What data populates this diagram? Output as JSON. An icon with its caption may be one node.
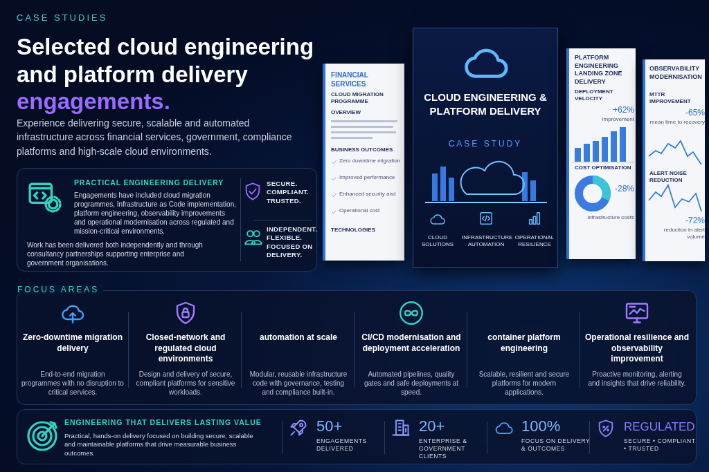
{
  "diagram": {
    "title": "Selected cloud engineering and platform delivery engagements.",
    "nodes": [
      {
        "text": [
          "FINANCIAL SERVICES",
          "CLOUD MIGRATION PROGRAMME",
          "OVERVIEW",
          "BUSINESS OUTCOMES",
          "Zero downtime migration",
          "Improved performance",
          "Enhanced security and",
          "Operational cost",
          "TECHNOLOGIES"
        ]
      },
      {
        "text": [
          "CLOUD ENGINEERING & PLATFORM DELIVERY",
          "CASE STUDY",
          "CLOUD SOLUTIONS",
          "INFRASTRUCTURE AUTOMATION",
          "OPERATIONAL RESILIENCE"
        ]
      },
      {
        "text": [
          "PLATFORM ENGINEERING LANDING ZONE DELIVERY",
          "DEPLOYMENT VELOCITY",
          "+62%",
          "improvement",
          "COST OPTIMISATION",
          "-28%",
          "infrastructure costs"
        ]
      },
      {
        "text": [
          "OBSERVABILITY MODERNISATION",
          "MTTR IMPROVEMENT",
          "-65%",
          "mean time to recovery",
          "ALERT NOISE REDUCTION",
          "-72%",
          "reduction in alert volume"
        ]
      },
      {
        "text": [
          "PRACTICAL ENGINEERING DELIVERY",
          "Engagements have included cloud migration programmes, Infrastructure as Code implementation, platform engineering, observability improvements and operational modernisation across regulated and mission-critical environments.",
          "Work has been delivered both independently and through consultancy partnerships supporting enterprise and government organisations."
        ]
      },
      {
        "text": [
          "SECURE. COMPLIANT. TRUSTED."
        ],
        "in": 4
      },
      {
        "text": [
          "INDEPENDENT. FLEXIBLE. FOCUSED ON DELIVERY."
        ],
        "in": 4
      },
      {
        "text": [
          "FOCUS AREAS"
        ]
      },
      {
        "text": [
          "Zero-downtime migration delivery",
          "End-to-end migration programmes with no disruption to critical services."
        ],
        "in": 7
      },
      {
        "text": [
          "Closed-network and regulated cloud environments",
          "Design and delivery of secure, compliant platforms for sensitive workloads."
        ],
        "in": 7
      },
      {
        "text": [
          "automation at scale",
          "Modular, reusable infrastructure code with governance, testing and compliance built-in."
        ],
        "in": 7
      },
      {
        "text": [
          "CI/CD modernisation and deployment acceleration",
          "Automated pipelines, quality gates and safe deployments at speed."
        ],
        "in": 7
      },
      {
        "text": [
          "container platform engineering",
          "Scalable, resilient and secure platforms for modern applications."
        ],
        "in": 7
      },
      {
        "text": [
          "Operational resilience and observability improvement",
          "Proactive monitoring, alerting and insights that drive reliability."
        ],
        "in": 7
      },
      {
        "text": [
          "ENGINEERING THAT DELIVERS LASTING VALUE",
          "Practical, hands-on delivery focused on building secure, scalable and maintainable platforms that drive measurable business outcomes."
        ]
      },
      {
        "text": [
          "50+",
          "ENGAGEMENTS DELIVERED"
        ],
        "in": 14
      },
      {
        "text": [
          "20+",
          "ENTERPRISE & GOVERNMENT CLIENTS"
        ],
        "in": 14
      },
      {
        "text": [
          "100%",
          "FOCUS ON DELIVERY & OUTCOMES"
        ],
        "in": 14
      },
      {
        "text": [
          "REGULATED",
          "SECURE • COMPLIANT • TRUSTED"
        ],
        "in": 14
      }
    ],
    "labels": [
      "CASE STUDIES",
      "Experience delivering secure, scalable and automated infrastructure across financial services, government, compliance platforms and high-scale cloud environments."
    ]
  }
}
